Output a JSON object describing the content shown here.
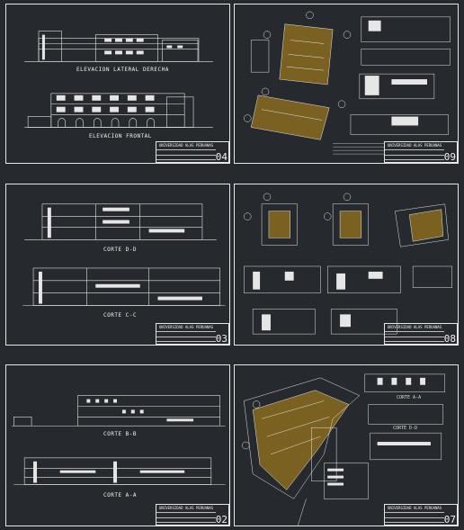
{
  "school": "UNIVERSIDAD ALAS PERUANAS",
  "sheets": [
    {
      "id": "04",
      "titles": [
        "ELEVACION LATERAL DERECHA",
        "ELEVACION FRONTAL"
      ]
    },
    {
      "id": "09",
      "titles": []
    },
    {
      "id": "03",
      "titles": [
        "CORTE D-D",
        "CORTE C-C"
      ]
    },
    {
      "id": "08",
      "titles": []
    },
    {
      "id": "02",
      "titles": [
        "CORTE B-B",
        "CORTE A-A"
      ]
    },
    {
      "id": "07",
      "titles": [
        "CORTE A-A",
        "CORTE D-D"
      ]
    }
  ],
  "colors": {
    "background": "#262a2e",
    "line": "#e6e6e6",
    "plan_fill": "#7a6122"
  }
}
